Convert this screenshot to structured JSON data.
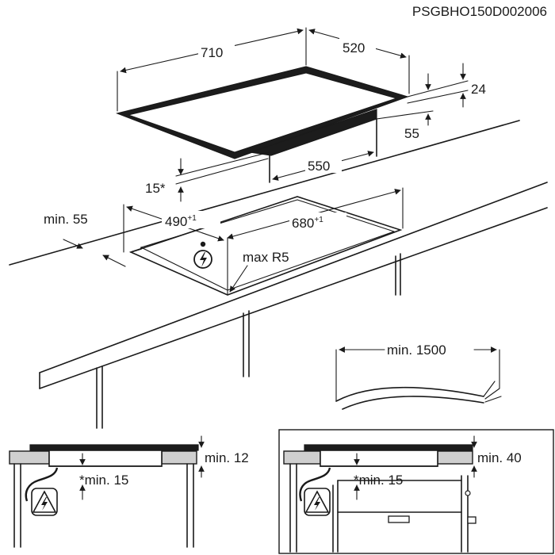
{
  "drawing_code": "PSGBHO150D002006",
  "hob": {
    "width": "710",
    "depth": "520",
    "thickness": "24",
    "front_to_body": "55",
    "body_width": "550",
    "edge_tolerance": "15*"
  },
  "cutout": {
    "depth": "490",
    "depth_tol": "+1",
    "width": "680",
    "width_tol": "+1",
    "min_front": "min. 55",
    "radius": "max R5"
  },
  "cable": {
    "min_length": "min. 1500"
  },
  "detail_left": {
    "clearance_top": "min. 12",
    "clearance_below": "*min. 15"
  },
  "detail_right": {
    "clearance_top": "min. 40",
    "clearance_below": "*min. 15"
  },
  "icons": [
    "electric-hazard-icon",
    "electric-hazard-icon",
    "electric-hazard-icon"
  ]
}
